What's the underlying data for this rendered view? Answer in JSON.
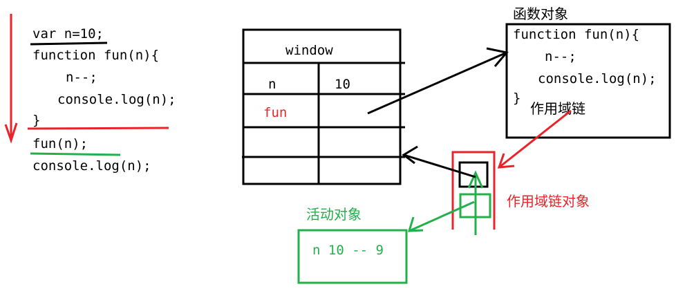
{
  "code_lines": [
    "var n=10;",
    "function fun(n){",
    "n--;",
    "console.log(n);",
    "}",
    "fun(n);",
    "console.log(n);"
  ],
  "window_table": {
    "header": "window",
    "rows": [
      {
        "key": "n",
        "value": "10"
      },
      {
        "key": "fun",
        "value": ""
      },
      {
        "key": "",
        "value": ""
      },
      {
        "key": "",
        "value": ""
      }
    ]
  },
  "function_object": {
    "title": "函数对象",
    "lines": [
      "function fun(n){",
      "n--;",
      "console.log(n);",
      "}"
    ],
    "scope_chain_label": "作用域链"
  },
  "scope_chain_object": {
    "label": "作用域链对象"
  },
  "activation_object": {
    "label": "活动对象",
    "content": "n 10 -- 9"
  },
  "colors": {
    "black": "#000000",
    "red": "#e8232a",
    "green": "#23b04a"
  }
}
